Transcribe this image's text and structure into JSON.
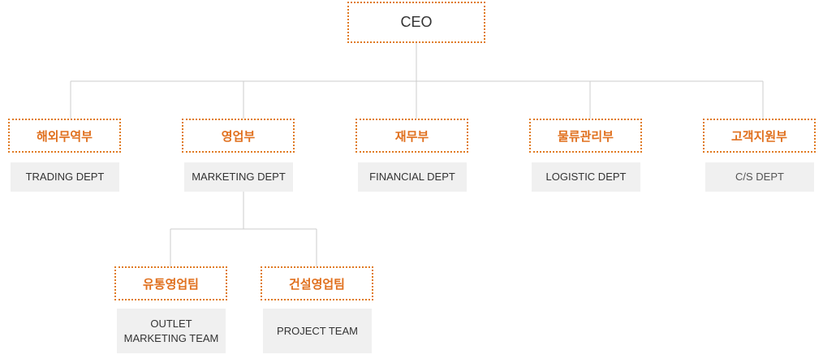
{
  "chart": {
    "ceo": "CEO",
    "departments": [
      {
        "ko": "해외무역부",
        "en": "TRADING DEPT"
      },
      {
        "ko": "영업부",
        "en": "MARKETING DEPT"
      },
      {
        "ko": "재무부",
        "en": "FINANCIAL DEPT"
      },
      {
        "ko": "물류관리부",
        "en": "LOGISTIC DEPT"
      },
      {
        "ko": "고객지원부",
        "en": "C/S DEPT"
      }
    ],
    "teams": [
      {
        "ko": "유통영업팀",
        "en_line1": "OUTLET",
        "en_line2": "MARKETING TEAM"
      },
      {
        "ko": "건설영업팀",
        "en": "PROJECT TEAM"
      }
    ]
  },
  "colors": {
    "accent": "#e07b22",
    "line": "#cccccc",
    "box_bg": "#f0f0f0"
  }
}
